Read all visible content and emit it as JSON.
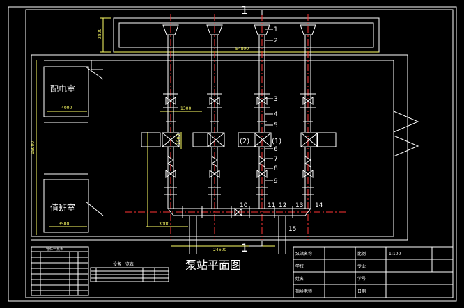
{
  "drawing": {
    "title": "泵站平面图",
    "section_mark_top": "1",
    "section_mark_bottom": "1",
    "rooms": {
      "distribution": "配电室",
      "duty": "值班室"
    },
    "dimensions": {
      "top_height": "2800",
      "top_width": "E4800",
      "dist_room_width": "4000",
      "left_height": "15900",
      "duty_room_width": "3500",
      "middle_1": "1300",
      "middle_2": "1500",
      "bottom_span": "3000",
      "total_width": "24600"
    },
    "pump_labels": [
      "(2)",
      "(1)"
    ],
    "part_numbers": {
      "vertical": [
        "1",
        "2",
        "3",
        "4",
        "5",
        "6",
        "7",
        "8",
        "9"
      ],
      "bottom": [
        "10",
        "11",
        "12",
        "13",
        "14",
        "15"
      ]
    }
  },
  "tables": {
    "materials_title": "管件一览表",
    "equipment_title": "设备一览表"
  },
  "title_block": {
    "cells": [
      "泵站名称",
      "比例",
      "1:100",
      "学校",
      "专业",
      "姓名",
      "学号",
      "指导老师",
      "日期"
    ]
  }
}
